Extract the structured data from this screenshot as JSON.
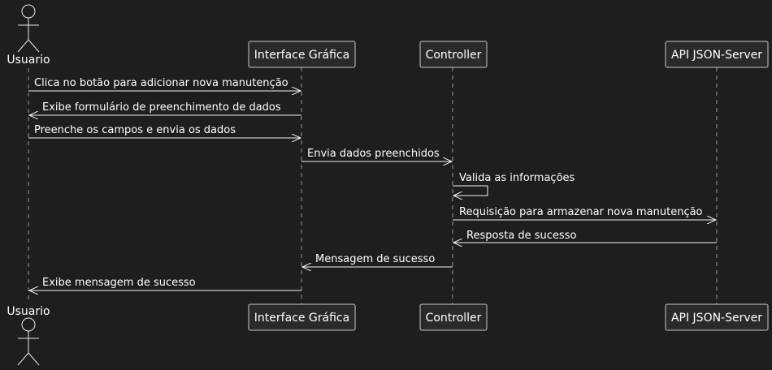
{
  "diagram": {
    "type": "sequence",
    "participants": [
      {
        "id": "usuario",
        "label": "Usuario",
        "kind": "actor"
      },
      {
        "id": "gui",
        "label": "Interface Gráfica",
        "kind": "participant"
      },
      {
        "id": "controller",
        "label": "Controller",
        "kind": "participant"
      },
      {
        "id": "api",
        "label": "API JSON-Server",
        "kind": "participant"
      }
    ],
    "messages": [
      {
        "from": "usuario",
        "to": "gui",
        "label": "Clica no botão para adicionar nova manutenção"
      },
      {
        "from": "gui",
        "to": "usuario",
        "label": "Exibe formulário de preenchimento de dados"
      },
      {
        "from": "usuario",
        "to": "gui",
        "label": "Preenche os campos e envia os dados"
      },
      {
        "from": "gui",
        "to": "controller",
        "label": "Envia dados preenchidos"
      },
      {
        "from": "controller",
        "to": "controller",
        "label": "Valida as informações"
      },
      {
        "from": "controller",
        "to": "api",
        "label": "Requisição para armazenar nova manutenção"
      },
      {
        "from": "api",
        "to": "controller",
        "label": "Resposta de sucesso"
      },
      {
        "from": "controller",
        "to": "gui",
        "label": "Mensagem de sucesso"
      },
      {
        "from": "gui",
        "to": "usuario",
        "label": "Exibe mensagem de sucesso"
      }
    ]
  },
  "colors": {
    "background": "#1e1e1e",
    "line": "#f2f2f2",
    "lifeline": "#9a9a9a",
    "box_fill": "#2a2a2a",
    "box_stroke": "#c8c8c8"
  }
}
